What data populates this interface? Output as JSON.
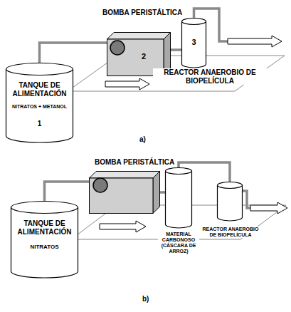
{
  "diagram": {
    "nodes": [
      {
        "text": [
          "TANQUE DE ALIMENTACIÓN",
          "NITRATOS + METANOL",
          "1"
        ]
      },
      {
        "text": [
          "BOMBA PERISTÁLTICA",
          "2"
        ]
      },
      {
        "text": [
          "3"
        ]
      },
      {
        "text": [
          "TANQUE DE ALIMENTACIÓN",
          "NITRATOS"
        ]
      },
      {
        "text": [
          "BOMBA PERISTÁLTICA"
        ]
      },
      {
        "text": [
          "MATERIAL CARBONOSO (CÁSCARA DE ARROZ)"
        ]
      },
      {
        "text": [
          "REACTOR ANAEROBIO DE BIOPELÍCULA"
        ]
      }
    ],
    "edges": [
      {
        "from": 0,
        "to": 1,
        "arrow": "none"
      },
      {
        "from": 1,
        "to": 2,
        "arrow": "none"
      },
      {
        "from": 3,
        "to": 4,
        "arrow": "none"
      },
      {
        "from": 4,
        "to": 5,
        "arrow": "none"
      },
      {
        "from": 5,
        "to": 6,
        "arrow": "none"
      }
    ],
    "labels": [
      "REACTOR ANAEROBIO DE BIOPELÍCULA",
      "a)",
      "b)"
    ]
  }
}
